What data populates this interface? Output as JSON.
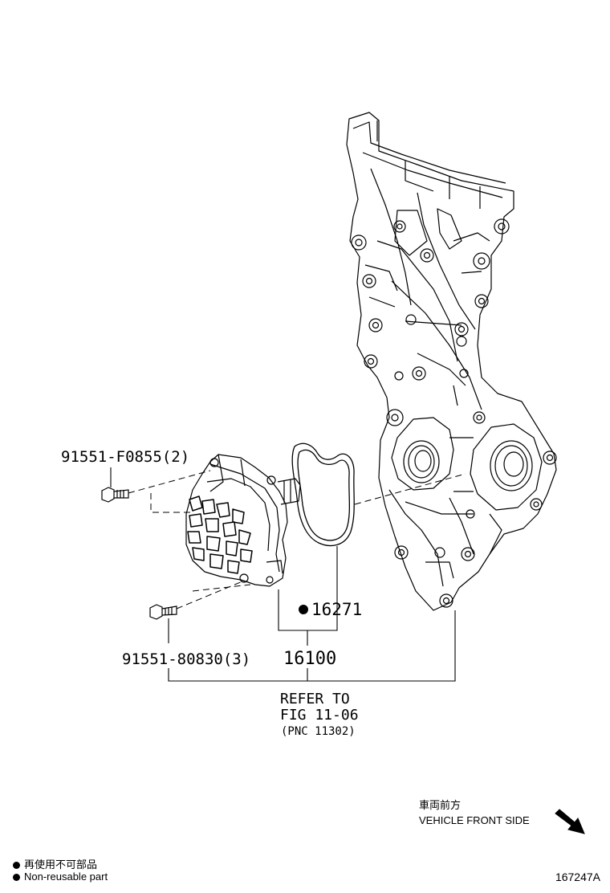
{
  "parts": {
    "bolt_upper": "91551-F0855(2)",
    "bolt_lower": "91551-80830(3)",
    "gasket": "16271",
    "water_pump": "16100"
  },
  "reference": {
    "line1": "REFER TO",
    "line2": "FIG 11-06",
    "line3": "(PNC 11302)"
  },
  "direction": {
    "jp": "車両前方",
    "en": "VEHICLE FRONT SIDE"
  },
  "legend": {
    "jp": "再使用不可部品",
    "en": "Non-reusable part"
  },
  "figure_id": "167247A"
}
